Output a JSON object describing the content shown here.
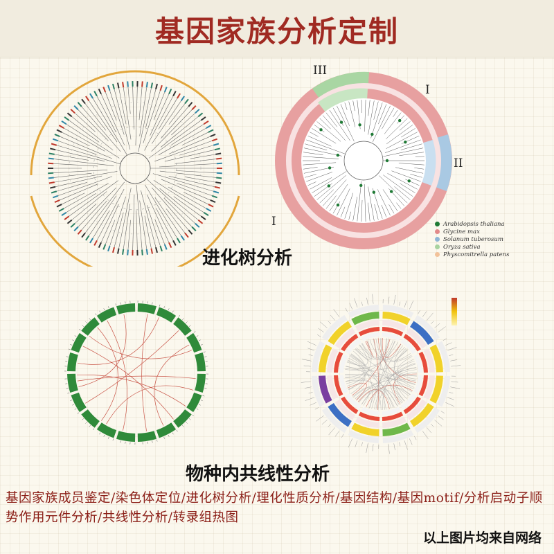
{
  "title": "基因家族分析定制",
  "captions": {
    "phylogeny": "进化树分析",
    "synteny": "物种内共线性分析"
  },
  "description": "基因家族成员鉴定/染色体定位/进化树分析/理化性质分析/基因结构/基因motif/分析启动子顺势作用元件分析/共线性分析/转录组热图",
  "source_note": "以上图片均来自网络",
  "tree2": {
    "clade_labels": [
      "III",
      "I",
      "II",
      "I"
    ],
    "legend": [
      {
        "label": "Arabidopsis thaliana",
        "color": "#1f7a35"
      },
      {
        "label": "Glycine max",
        "color": "#e28a8a"
      },
      {
        "label": "Solanum tuberosum",
        "color": "#8fb6d6"
      },
      {
        "label": "Oryza sativa",
        "color": "#a8d3a0"
      },
      {
        "label": "Physcomitrella patens",
        "color": "#f2c29a"
      }
    ]
  },
  "colors": {
    "title": "#a02a22",
    "description": "#8b1e17",
    "clade_pink": "#e7a0a0",
    "clade_green": "#a9d6a3",
    "clade_blue": "#a9c9e3",
    "chromosome_green": "#2f8a3a",
    "arc_orange": "#e2a63c"
  }
}
